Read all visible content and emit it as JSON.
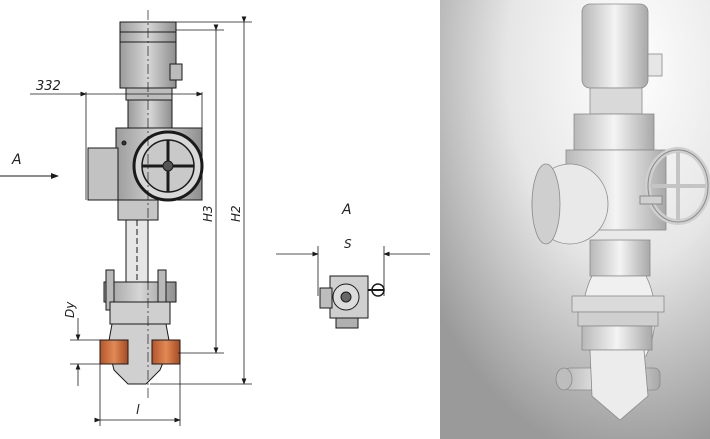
{
  "drawing": {
    "dim_332": "332",
    "view_label_left": "A",
    "dim_h3": "H3",
    "dim_h2": "H2",
    "dim_dy": "Dy",
    "dim_l": "l",
    "view_a_title": "A",
    "dim_s": "S"
  },
  "colors": {
    "line": "#1a1a1a",
    "body_fill": "#c9c9c9",
    "body_dark": "#a9a9a9",
    "weld_copper": "#c86a3a",
    "render_bg": "#d9d9d9"
  }
}
